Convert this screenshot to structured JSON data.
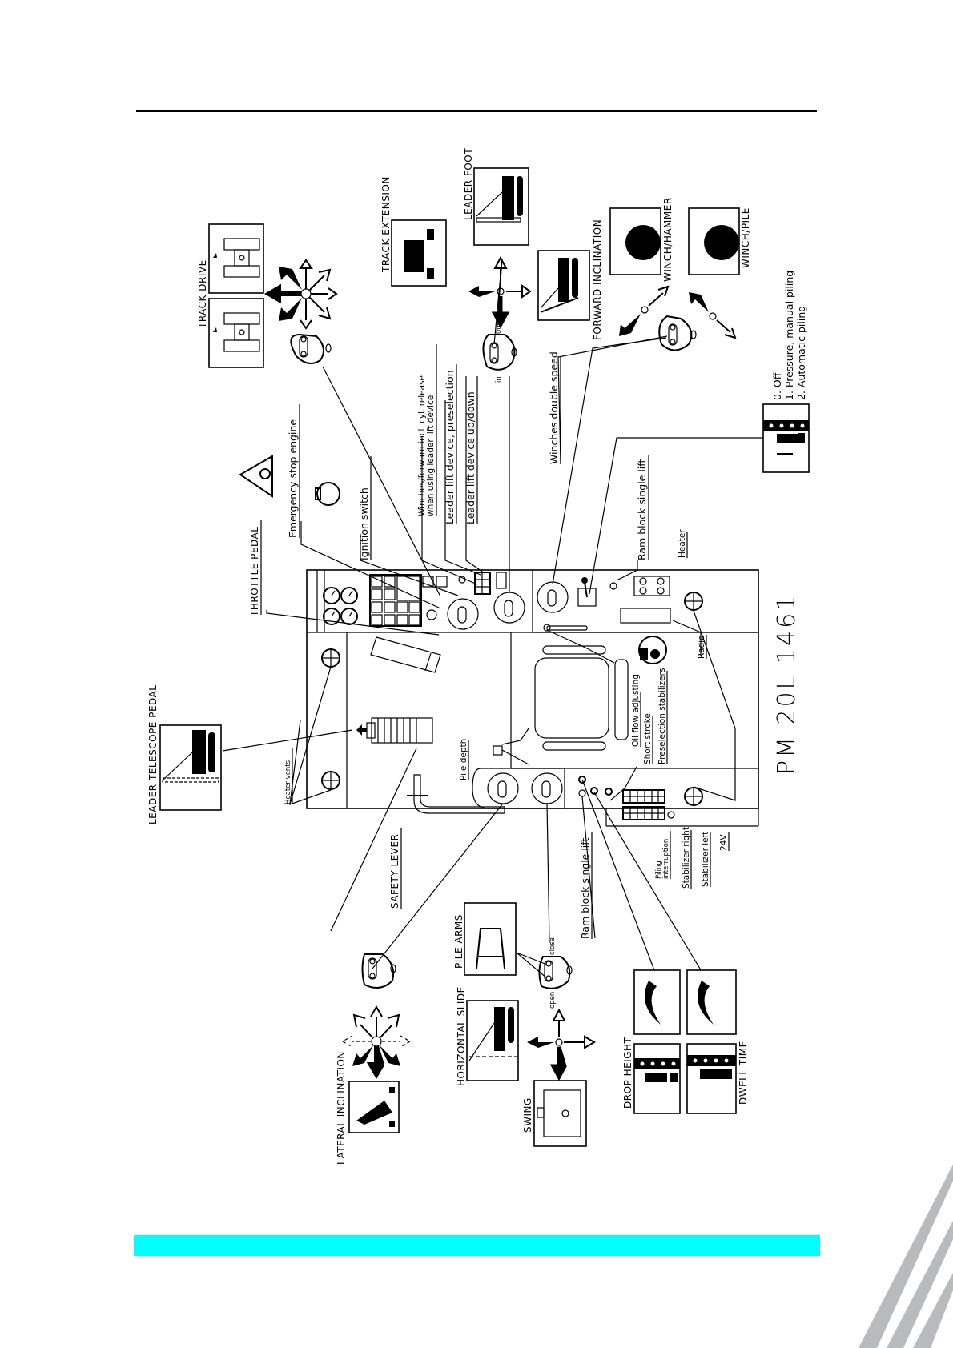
{
  "document": {
    "model_code": "PM 20L 1461",
    "accent_band_color": "#00FFFF",
    "corner_stripe_color": "#B9BABD"
  },
  "symbols": {
    "track_drive": "TRACK DRIVE",
    "track_extension": "TRACK EXTENSION",
    "leader_foot": "LEADER FOOT",
    "forward_inclination": "FORWARD INCLINATION",
    "winch_hammer": "WINCH/HAMMER",
    "winch_pile": "WINCH/PILE",
    "leader_telescope_pedal": "LEADER TELESCOPE PEDAL",
    "lateral_inclination": "LATERAL INCLINATION",
    "horizontal_slide": "HORIZONTAL SLIDE",
    "swing": "SWING",
    "pile_arms": "PILE ARMS",
    "drop_height": "DROP HEIGHT",
    "dwell_time": "DWELL TIME"
  },
  "joystick_marks": {
    "in": "in",
    "out": "out",
    "open": "open",
    "close": "close"
  },
  "callouts": {
    "throttle_pedal": "THROTTLE PEDAL",
    "emergency_stop": "Emergency stop engine",
    "ignition_switch": "Ignition switch",
    "winches_forward_line1": "Winches/forward incl. cyl. release",
    "winches_forward_line2": "when using leader lift device",
    "leader_lift_preselection": "Leader lift device, preselection",
    "leader_lift_updown": "Leader lift device up/down",
    "winches_double_speed": "Winches double speed",
    "ram_block_single_lift_top": "Ram block single lift",
    "heater": "Heater",
    "radio": "Radio",
    "oil_flow": "Oil flow adjusting",
    "short_stroke": "Short stroke",
    "preselection_stabilizers": "Preselection stabilizers",
    "heater_vents": "Heater vents",
    "pile_depth": "Pile depth",
    "safety_lever": "SAFETY LEVER",
    "ram_block_single_lift_bottom": "Ram block single lift",
    "piling_interruption_line1": "Piling",
    "piling_interruption_line2": "interruption",
    "stabilizer_right": "Stabilizer right",
    "stabilizer_left": "Stabilizer left",
    "voltage": "24V"
  },
  "mode_switch": {
    "options": [
      "0. Off",
      "1. Pressure, manual piling",
      "2. Automatic piling"
    ]
  }
}
